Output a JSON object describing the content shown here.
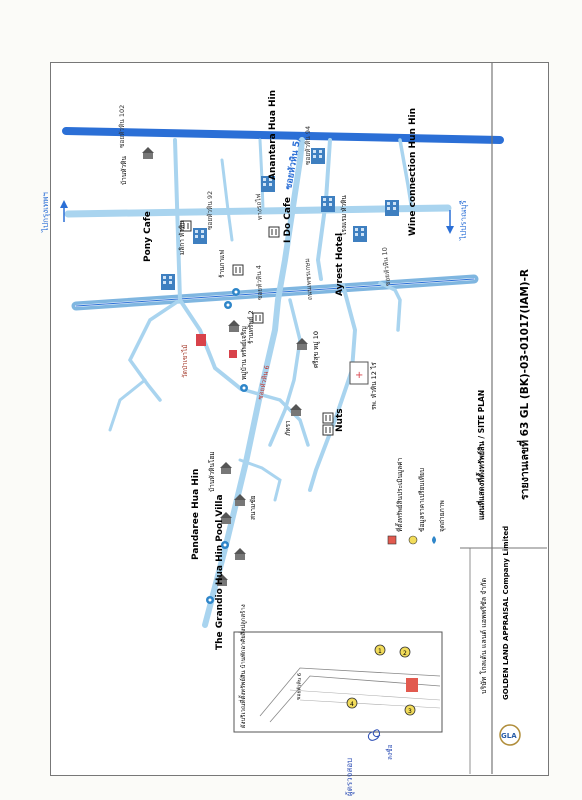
{
  "title": {
    "report_id": "รายงานเลขที่ 63 GL (BK)-03-01017(IAM)-R",
    "plan_label": "แผนที่แสดงที่ตั้งทรัพย์สิน / SITE PLAN",
    "company_th": "บริษัท โกลเด้น แลนด์ แอพพรีซัล จำกัด",
    "company_en": "GOLDEN LAND APPRAISAL Company Limited",
    "logo_text": "GLA"
  },
  "legend": [
    {
      "label": "ที่ตั้งทรัพย์สินประเมินมูลค่า",
      "symbol": "red-square"
    },
    {
      "label": "ข้อมูลราคาเปรียบเทียบ",
      "symbol": "yellow-circle"
    },
    {
      "label": "จุดถ่ายภาพ",
      "symbol": "blue-drop"
    }
  ],
  "directions": {
    "to_bangkok": "ไปกรุงเทพฯ",
    "to_pranburi": "ไปปราณบุรี"
  },
  "roads": {
    "main_highway": "ถนนเพชรเกษม",
    "railway": "ทางรถไฟ",
    "soi_102": "ซอยหัวหิน 102",
    "soi_5_1": "ซอยหัวหิน 5/1",
    "soi_92": "ซอยหัวหิน 92",
    "soi_6": "ซอยหัวหิน 6",
    "soi_94": "ซอยหัวหิน 94",
    "soi_10": "ซอยหัวหิน 10",
    "soi_4": "ซอยหัวหิน 4",
    "soi_12": "รพ. หัวหิน 12 ไร่"
  },
  "places": {
    "pony_cafe": "Pony Cafe",
    "anantara": "Anantara Hua Hin",
    "wine": "Wine connection Hun Hin",
    "ido_cafe": "I Do Cafe",
    "ayrest": "Ayrest Hotel",
    "nuts": "Nuts",
    "pandaree": "Pandaree Hua Hin",
    "grandio": "The Grandio Hua Hin Pool Villa",
    "baan_hua_hin": "บ้านหัวหิน",
    "maliga": "มลิกา หัวหิน",
    "hotel_3": "โรงแรม หัวหิน",
    "wat": "วัดป่าเขาไม้",
    "village": "หมู่บ้าน ทรัพย์เจริญ",
    "hospital": "รพ. หัวหิน 12 ไร่",
    "shop1": "ร้านกาแฟ",
    "shop2": "ร้านทรัพย์ 2",
    "hua_hin_home": "บ้านหัวหินโฮม",
    "pattra": "ภัทรา",
    "srisuk": "ศรีสุข หมู่ 10",
    "sanamchai": "สนามชัย"
  },
  "inset": {
    "caption": "ผังบริเวณที่ตั้งทรัพย์สิน บ้านพักอาศัยสิ่งปลูกสร้าง",
    "road": "ซอยหัวหิน 6",
    "markers": [
      "1",
      "2",
      "3",
      "4"
    ]
  },
  "signature": "ลงชื่อ",
  "handwritten_note": "ผู้ตรวจสอบ",
  "colors": {
    "road": "#a9d4ef",
    "highway": "#7fb6e0",
    "rail": "#2b6fd6",
    "subject": "#e25a4f",
    "comparable": "#f2dc5a",
    "photo": "#2f86c9"
  }
}
